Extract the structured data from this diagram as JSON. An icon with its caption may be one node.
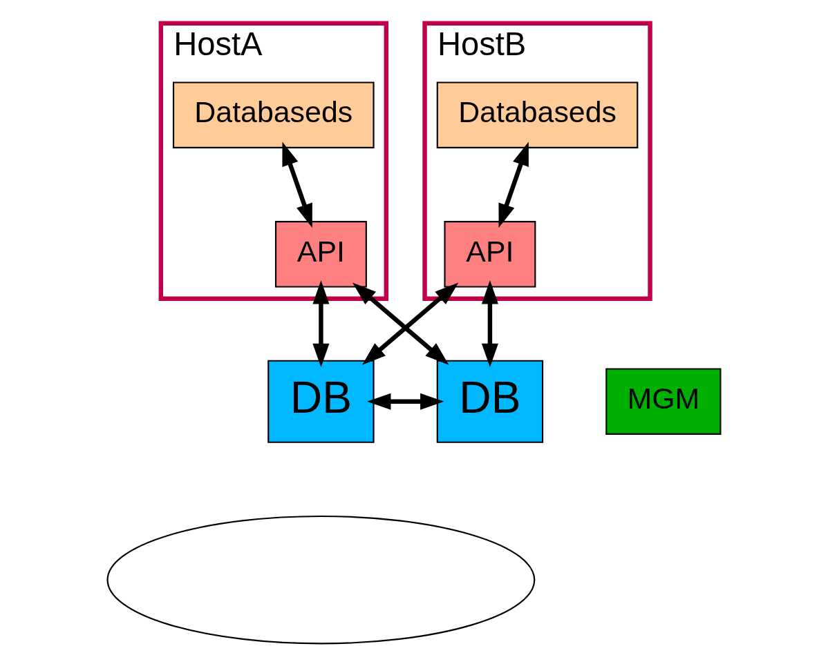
{
  "diagram": {
    "nodes": [
      {
        "text": [
          "HostA"
        ]
      },
      {
        "text": [
          "Databaseds"
        ],
        "in": 0
      },
      {
        "text": [
          "API"
        ],
        "in": 0
      },
      {
        "text": [
          "HostB"
        ]
      },
      {
        "text": [
          "Databaseds"
        ],
        "in": 3
      },
      {
        "text": [
          "API"
        ],
        "in": 3
      },
      {
        "text": [],
        "shape": "ellipse"
      },
      {
        "text": [
          "DB"
        ]
      },
      {
        "text": [
          "DB"
        ]
      },
      {
        "text": [
          "MGM"
        ]
      }
    ],
    "edges": [
      {
        "from": 1,
        "to": 2,
        "arrow": "both"
      },
      {
        "from": 4,
        "to": 5,
        "arrow": "both"
      },
      {
        "from": 2,
        "to": 7,
        "arrow": "both"
      },
      {
        "from": 2,
        "to": 8,
        "arrow": "both"
      },
      {
        "from": 5,
        "to": 7,
        "arrow": "both"
      },
      {
        "from": 5,
        "to": 8,
        "arrow": "both"
      },
      {
        "from": 7,
        "to": 8,
        "arrow": "both"
      }
    ]
  }
}
